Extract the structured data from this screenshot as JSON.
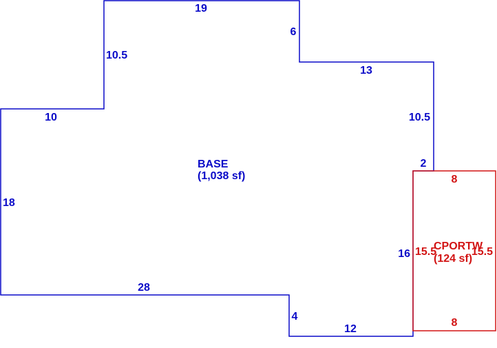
{
  "colors": {
    "base": "#0a0ac8",
    "carport": "#d21414",
    "background": "#ffffff"
  },
  "areas": {
    "base": {
      "name": "BASE",
      "size": "(1,038 sf)"
    },
    "carport": {
      "name": "CPORTW",
      "size": "(124 sf)"
    }
  },
  "dimensions": {
    "base": {
      "top": "19",
      "upper_right_step": "6",
      "left_upper": "10.5",
      "middle_top": "13",
      "right_upper": "10.5",
      "left_step": "10",
      "right_step": "2",
      "left": "18",
      "right_lower": "16",
      "bottom": "28",
      "bottom_step": "4",
      "bottom_right": "12"
    },
    "carport": {
      "top": "8",
      "left": "15.5",
      "right": "15.5",
      "bottom": "8"
    }
  }
}
